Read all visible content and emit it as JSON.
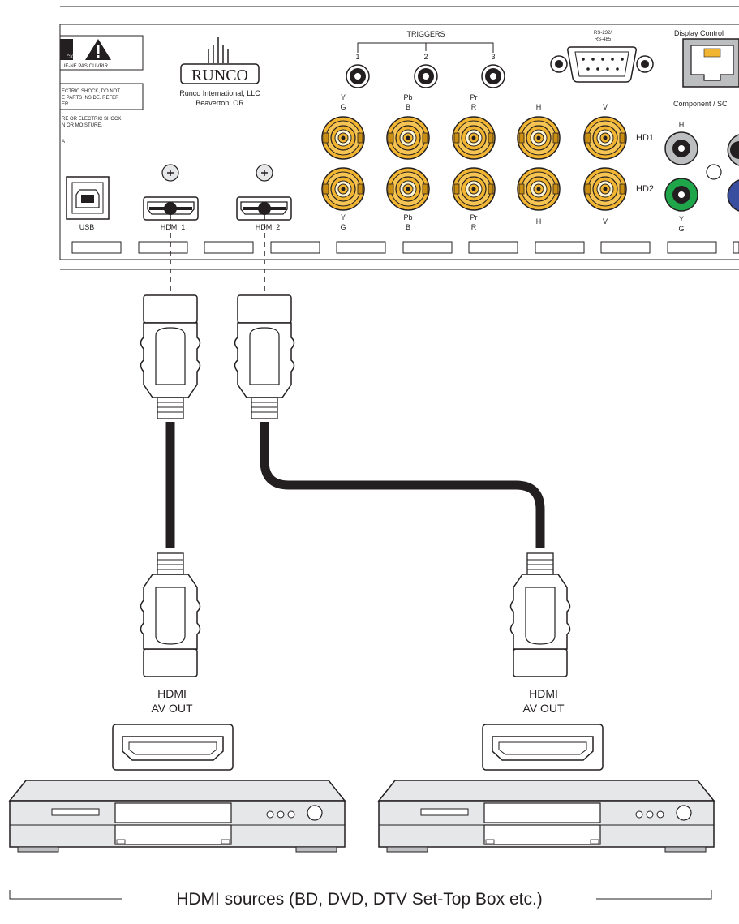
{
  "panel": {
    "warning": {
      "line1": "CK",
      "line2": "UE-NE PAS OUVRIR",
      "line3": "ECTRIC SHOCK, DO NOT",
      "line4": "E PARTS INSIDE. REFER",
      "line5": "ER.",
      "line6": "RE OR ELECTRIC SHOCK,",
      "line7": "N OR MOISTURE.",
      "line8": "A"
    },
    "brand": {
      "logo": "RUNCO",
      "company": "Runco International, LLC",
      "city": "Beaverton, OR"
    },
    "triggers": {
      "title": "TRIGGERS",
      "labels": [
        "1",
        "2",
        "3"
      ]
    },
    "rs232": {
      "line1": "RS-232/",
      "line2": "RS-485"
    },
    "display_control": "Display Control",
    "component_title": "Component / SC",
    "component_top": "H",
    "component_bottom": {
      "top": "Y",
      "bottom": "G"
    },
    "bnc_top_labels": [
      {
        "top": "Y",
        "bottom": "G"
      },
      {
        "top": "Pb",
        "bottom": "B"
      },
      {
        "top": "Pr",
        "bottom": "R"
      },
      {
        "top": "H",
        "bottom": ""
      },
      {
        "top": "V",
        "bottom": ""
      }
    ],
    "bnc_bottom_labels": [
      {
        "top": "Y",
        "bottom": "G"
      },
      {
        "top": "Pb",
        "bottom": "B"
      },
      {
        "top": "Pr",
        "bottom": "R"
      },
      {
        "top": "H",
        "bottom": ""
      },
      {
        "top": "V",
        "bottom": ""
      }
    ],
    "hd1": "HD1",
    "hd2": "HD2",
    "usb": "USB",
    "hdmi1": "HDMI 1",
    "hdmi2": "HDMI 2"
  },
  "sources": [
    {
      "line1": "HDMI",
      "line2": "AV OUT"
    },
    {
      "line1": "HDMI",
      "line2": "AV OUT"
    }
  ],
  "caption": "HDMI sources (BD, DVD, DTV Set-Top Box etc.)",
  "colors": {
    "line": "#231f20",
    "bnc_gold": "#f2b531",
    "bnc_dark": "#c98d12",
    "green_jack": "#1fa64a",
    "blue_jack": "#3a4ea0",
    "device_fill": "#e6e7e8",
    "port_fill": "#bcbec0"
  }
}
